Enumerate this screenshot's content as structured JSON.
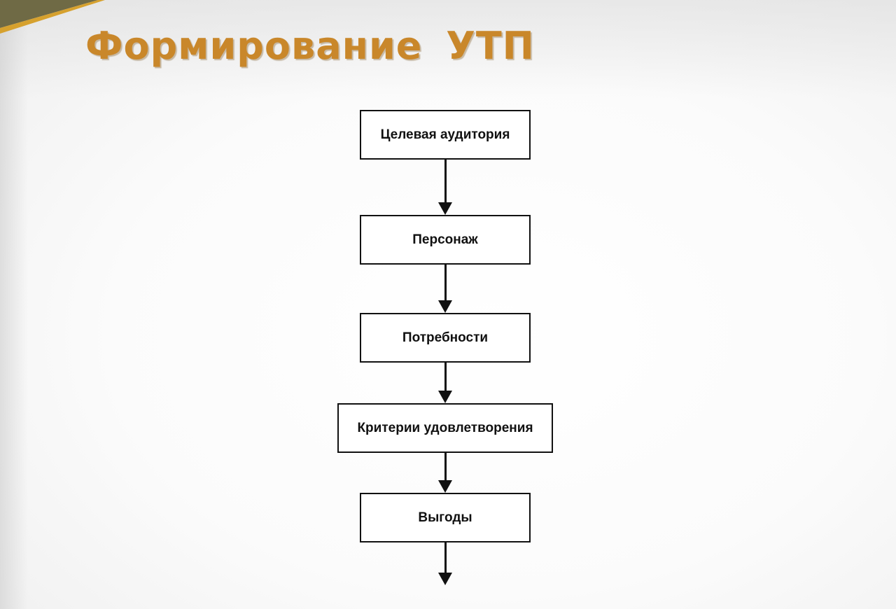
{
  "slide": {
    "title": "Формирование  УТП",
    "title_color": "#c9872a"
  },
  "flowchart": {
    "steps": [
      {
        "label": "Целевая аудитория"
      },
      {
        "label": "Персонаж"
      },
      {
        "label": "Потребности"
      },
      {
        "label": "Критерии удовлетворения"
      },
      {
        "label": "Выгоды"
      }
    ],
    "box_border_color": "#111111",
    "arrow_color": "#111111"
  }
}
